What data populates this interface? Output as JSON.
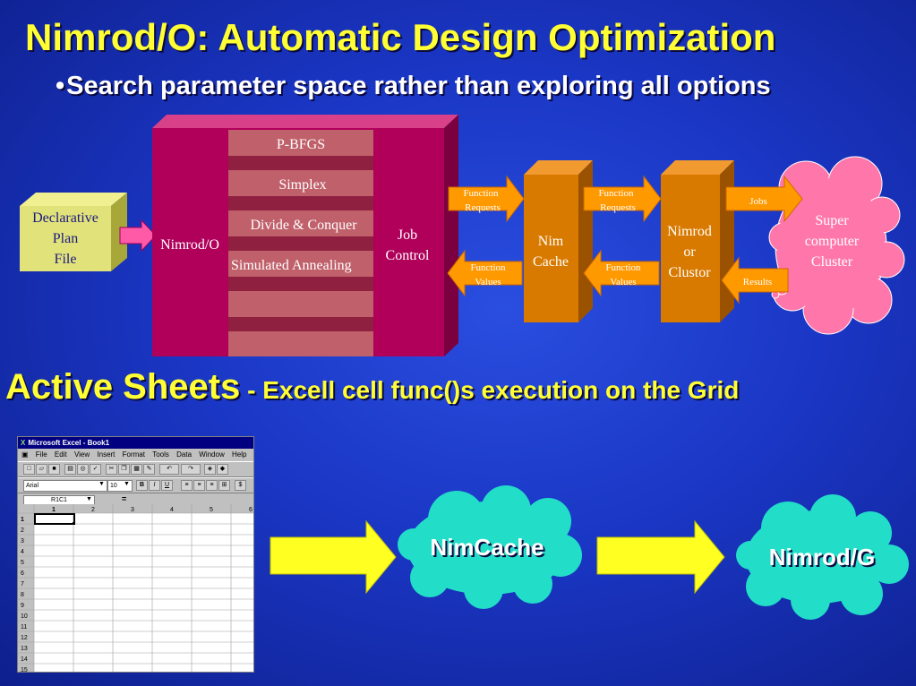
{
  "header": {
    "title": "Nimrod/O: Automatic Design Optimization",
    "bullet": "•",
    "subtitle": "Search parameter space rather than exploring all options"
  },
  "diagram": {
    "plan_file": [
      "Declarative",
      "Plan",
      "File"
    ],
    "nimrodo_label": "Nimrod/O",
    "algorithms": [
      "P-BFGS",
      "Simplex",
      "Divide & Conquer",
      "Simulated Annealing"
    ],
    "job_control": [
      "Job",
      "Control"
    ],
    "function_requests_1": [
      "Function",
      "Requests"
    ],
    "function_values_1": [
      "Function",
      "Values"
    ],
    "nim_cache": [
      "Nim",
      "Cache"
    ],
    "function_requests_2": [
      "Function",
      "Requests"
    ],
    "function_values_2": [
      "Function",
      "Values"
    ],
    "nimrod_or_clustor": [
      "Nimrod",
      "or",
      "Clustor"
    ],
    "jobs": "Jobs",
    "results": "Results",
    "super_computer": [
      "Super",
      "computer",
      "Cluster"
    ]
  },
  "section2": {
    "main": "Active Sheets",
    "sub": " - Excell cell func()s execution on the Grid"
  },
  "excel": {
    "title": "Microsoft Excel - Book1",
    "menus": [
      "File",
      "Edit",
      "View",
      "Insert",
      "Format",
      "Tools",
      "Data",
      "Window",
      "Help"
    ],
    "font": "Arial",
    "font_size": "10",
    "cell_ref": "R1C1",
    "equals": "=",
    "columns": [
      "1",
      "2",
      "3",
      "4",
      "5",
      "6"
    ],
    "rows": [
      "1",
      "2",
      "3",
      "4",
      "5",
      "6",
      "7",
      "8",
      "9",
      "10",
      "11",
      "12",
      "13",
      "14",
      "15"
    ]
  },
  "flow2": {
    "nimcache": "NimCache",
    "nimrodg": "Nimrod/G"
  },
  "colors": {
    "title_yellow": "#ffff33",
    "module_magenta": "#b0005a",
    "algo_band": "#c0606a",
    "cache_orange": "#d97a00",
    "arrow_orange": "#ff9900",
    "cloud_pink": "#ff77aa",
    "cloud_cyan": "#22ddc8",
    "flow_arrow_yellow": "#ffff22"
  }
}
